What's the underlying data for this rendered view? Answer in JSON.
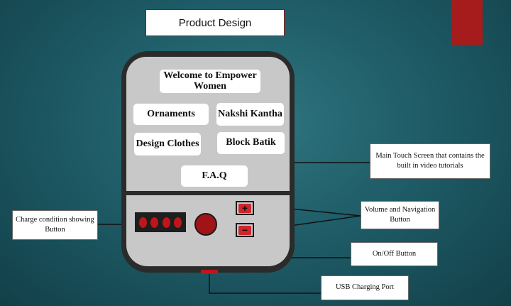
{
  "title": "Product Design",
  "screen": {
    "welcome": "Welcome to Empower Women",
    "ornaments": "Ornaments",
    "nakshi": "Nakshi Kantha",
    "design": "Design Clothes",
    "batik": "Block Batik",
    "faq": "F.A.Q"
  },
  "volume": {
    "plus": "+",
    "minus": "−"
  },
  "labels": {
    "touch": "Main Touch Screen that contains the built in video tutorials",
    "charge": "Charge condition showing Button",
    "volume": "Volume and Navigation Button",
    "onoff": "On/Off Button",
    "usb": "USB Charging Port"
  },
  "colors": {
    "accent": "#a61c1c",
    "indicator": "#c0161b",
    "device": "#2b2b2b",
    "screen": "#c8c8c8"
  }
}
